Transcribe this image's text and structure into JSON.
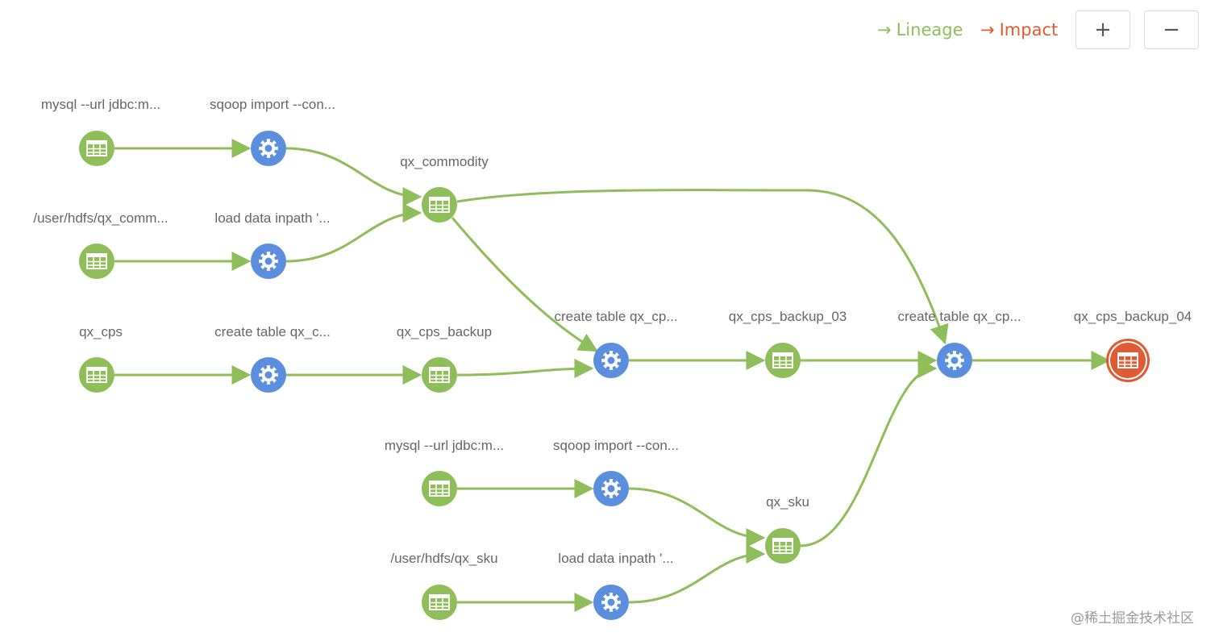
{
  "legend": {
    "lineage_label": "Lineage",
    "impact_label": "Impact",
    "arrow_glyph": "→",
    "lineage_color": "#8fbd5a",
    "impact_color": "#e05a33"
  },
  "toolbar": {
    "zoom_in_label": "+",
    "zoom_out_label": "−"
  },
  "watermark": "@稀土掘金技术社区",
  "colors": {
    "table_node": "#8fbd5a",
    "process_node": "#5b8fde",
    "selected_node": "#e05a33",
    "edge": "#8fbd5a",
    "label": "#666666"
  },
  "nodes": [
    {
      "id": "n1",
      "type": "table",
      "label": "mysql --url jdbc:m..."
    },
    {
      "id": "n2",
      "type": "process",
      "label": "sqoop import --con..."
    },
    {
      "id": "n3",
      "type": "table",
      "label": "/user/hdfs/qx_comm..."
    },
    {
      "id": "n4",
      "type": "process",
      "label": "load data inpath '..."
    },
    {
      "id": "n5",
      "type": "table",
      "label": "qx_commodity"
    },
    {
      "id": "n6",
      "type": "table",
      "label": "qx_cps"
    },
    {
      "id": "n7",
      "type": "process",
      "label": "create table  qx_c..."
    },
    {
      "id": "n8",
      "type": "table",
      "label": "qx_cps_backup"
    },
    {
      "id": "n9",
      "type": "process",
      "label": "create table qx_cp..."
    },
    {
      "id": "n10",
      "type": "table",
      "label": "qx_cps_backup_03"
    },
    {
      "id": "n11",
      "type": "process",
      "label": "create table qx_cp..."
    },
    {
      "id": "n12",
      "type": "table",
      "label": "qx_cps_backup_04",
      "selected": true
    },
    {
      "id": "n13",
      "type": "table",
      "label": "mysql --url jdbc:m..."
    },
    {
      "id": "n14",
      "type": "process",
      "label": "sqoop import --con..."
    },
    {
      "id": "n15",
      "type": "table",
      "label": "qx_sku"
    },
    {
      "id": "n16",
      "type": "table",
      "label": "/user/hdfs/qx_sku"
    },
    {
      "id": "n17",
      "type": "process",
      "label": "load data inpath '..."
    }
  ],
  "edges": [
    {
      "from": "n1",
      "to": "n2"
    },
    {
      "from": "n2",
      "to": "n5"
    },
    {
      "from": "n3",
      "to": "n4"
    },
    {
      "from": "n4",
      "to": "n5"
    },
    {
      "from": "n5",
      "to": "n9"
    },
    {
      "from": "n5",
      "to": "n11"
    },
    {
      "from": "n6",
      "to": "n7"
    },
    {
      "from": "n7",
      "to": "n8"
    },
    {
      "from": "n8",
      "to": "n9"
    },
    {
      "from": "n9",
      "to": "n10"
    },
    {
      "from": "n10",
      "to": "n11"
    },
    {
      "from": "n11",
      "to": "n12"
    },
    {
      "from": "n13",
      "to": "n14"
    },
    {
      "from": "n14",
      "to": "n15"
    },
    {
      "from": "n16",
      "to": "n17"
    },
    {
      "from": "n17",
      "to": "n15"
    },
    {
      "from": "n15",
      "to": "n11"
    }
  ]
}
